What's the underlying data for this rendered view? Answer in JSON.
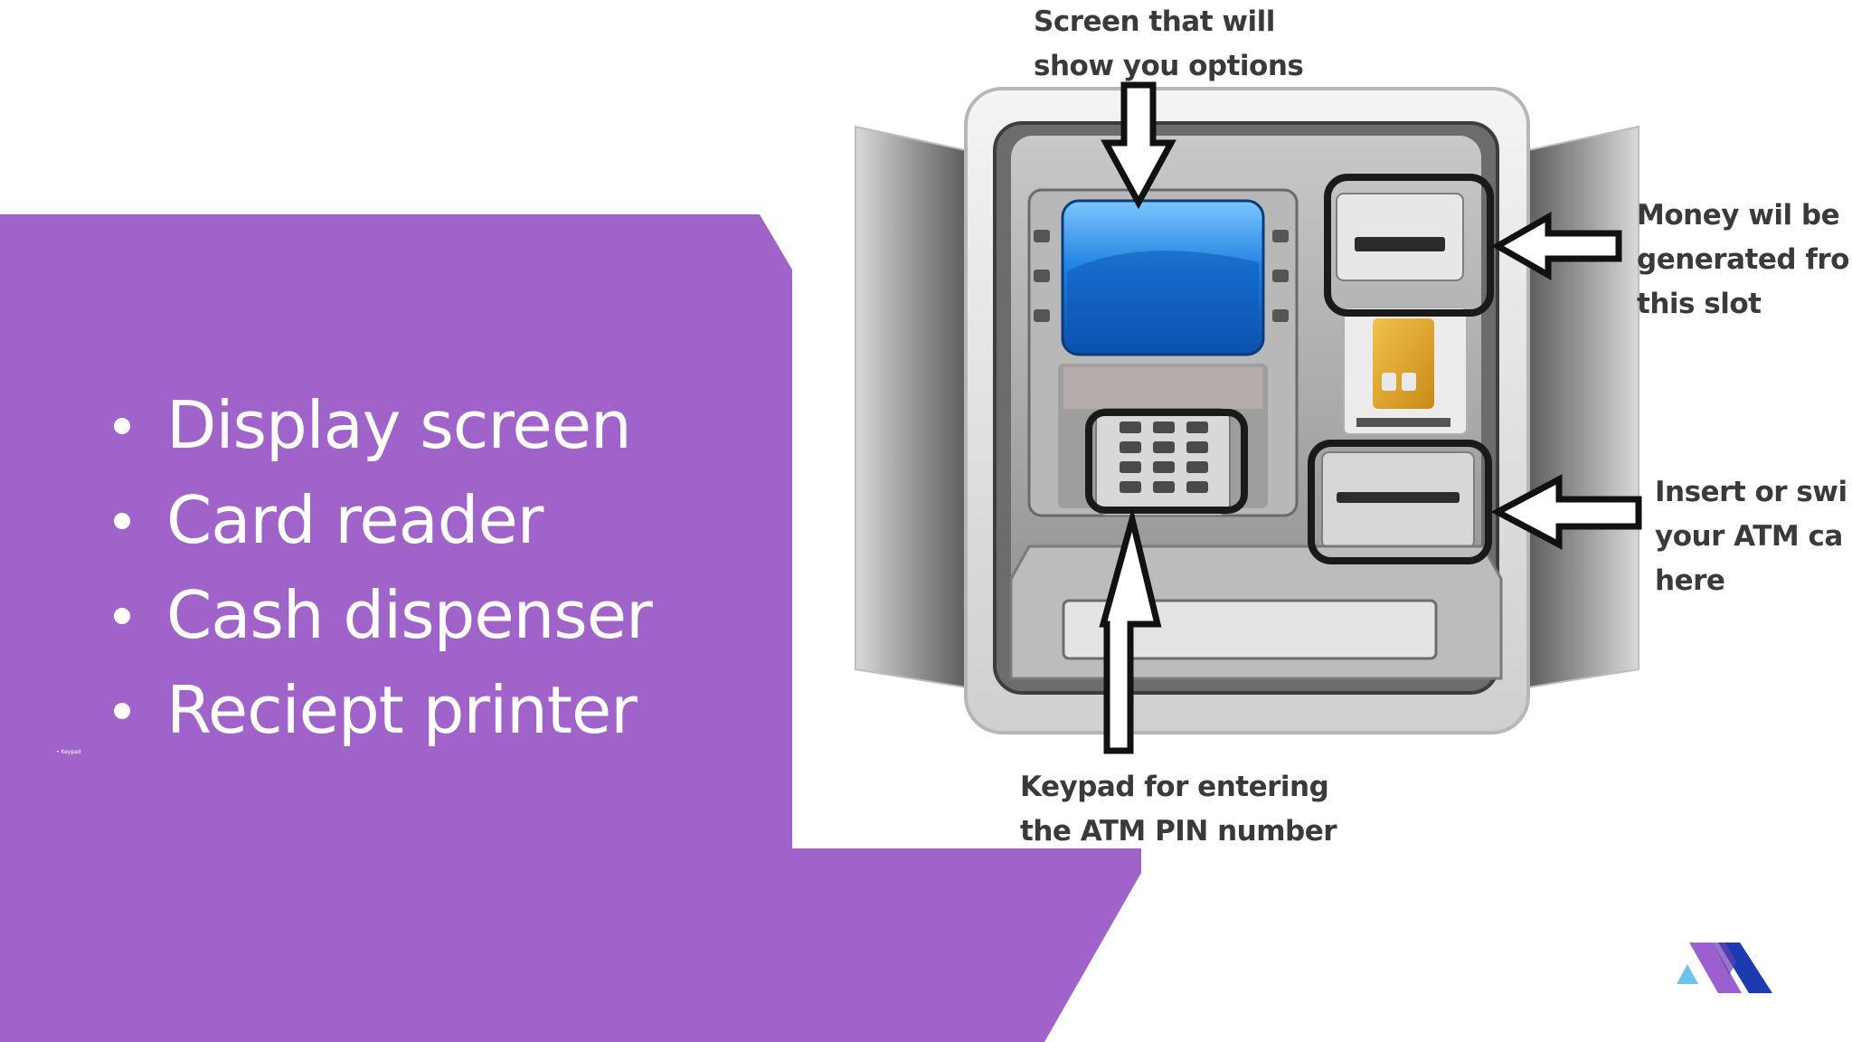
{
  "slide": {
    "bullets": [
      "Display screen",
      "Card reader",
      "Cash dispenser",
      "Reciept printer"
    ],
    "tiny_note": "• Keypad"
  },
  "diagram": {
    "callouts": {
      "screen": "Screen that will\nshow you options",
      "money": "Money wil be\ngenerated fro\nthis slot",
      "card": "Insert or swi\nyour ATM ca\nhere",
      "keypad": "Keypad for entering\nthe ATM PIN number"
    }
  },
  "colors": {
    "purple": "#9F63C9",
    "screen_blue": "#1E7FE0",
    "logo_purple": "#9B5FD0",
    "logo_blue": "#1D3BB0",
    "logo_light": "#6EC3EC"
  }
}
